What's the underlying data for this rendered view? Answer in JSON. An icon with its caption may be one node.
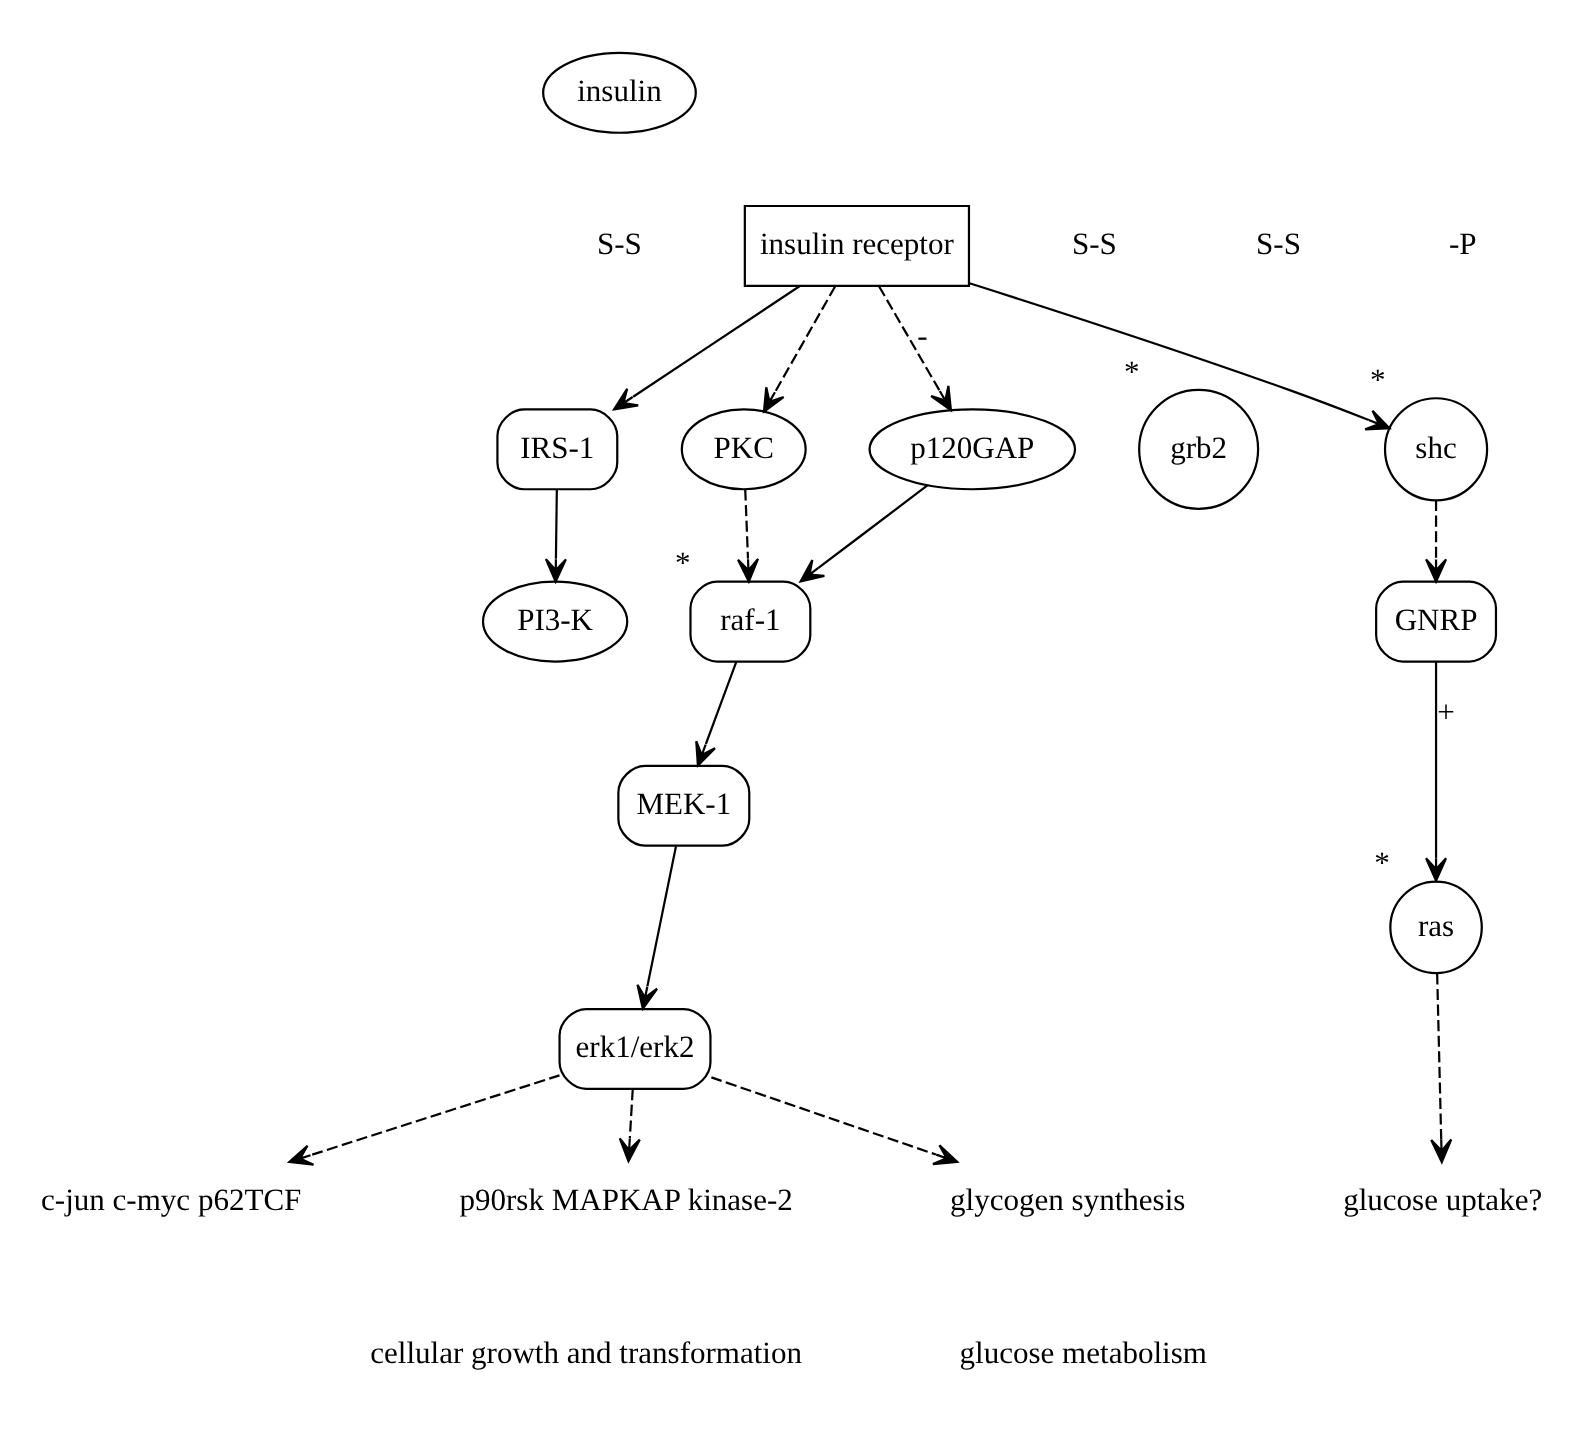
{
  "diagram": {
    "nodes": [
      {
        "text": [
          "insulin"
        ]
      },
      {
        "text": [
          "insulin receptor"
        ]
      },
      {
        "text": [
          "IRS-1"
        ]
      },
      {
        "text": [
          "PI3-K"
        ]
      },
      {
        "text": [
          "grb2"
        ],
        "beside": [
          "*"
        ]
      },
      {
        "text": [
          "shc"
        ],
        "beside": [
          "*"
        ]
      },
      {
        "text": [
          "GNRP"
        ]
      },
      {
        "text": [
          "ras"
        ],
        "beside": [
          "*"
        ]
      },
      {
        "text": [
          "p120GAP"
        ]
      },
      {
        "text": [
          "PKC"
        ]
      },
      {
        "text": [
          "raf-1"
        ],
        "beside": [
          "*"
        ]
      },
      {
        "text": [
          "MEK-1"
        ]
      },
      {
        "text": [
          "erk1/erk2"
        ]
      },
      {
        "text": [
          "c-jun c-myc p62TCF"
        ]
      },
      {
        "text": [
          "p90rsk MAPKAP kinase-2"
        ]
      },
      {
        "text": [
          "glycogen synthesis"
        ]
      },
      {
        "text": [
          "glucose uptake?"
        ]
      }
    ],
    "edges": [
      {
        "from": 1,
        "to": 2,
        "arrow": "to"
      },
      {
        "from": 2,
        "to": 3,
        "arrow": "to"
      },
      {
        "from": 1,
        "to": 5,
        "arrow": "to"
      },
      {
        "from": 5,
        "to": 6,
        "arrow": "to",
        "style": "dashed"
      },
      {
        "from": 6,
        "to": 7,
        "arrow": "to",
        "label": "+"
      },
      {
        "from": 1,
        "to": 9,
        "arrow": "to",
        "style": "dashed"
      },
      {
        "from": 1,
        "to": 8,
        "arrow": "to",
        "style": "dashed",
        "label": "-"
      },
      {
        "from": 9,
        "to": 10,
        "arrow": "to",
        "style": "dashed"
      },
      {
        "from": 8,
        "to": 10,
        "arrow": "to"
      },
      {
        "from": 7,
        "to": 16,
        "arrow": "to",
        "style": "dashed"
      },
      {
        "from": 10,
        "to": 11,
        "arrow": "to"
      },
      {
        "from": 11,
        "to": 12,
        "arrow": "to"
      },
      {
        "from": 12,
        "to": 13,
        "arrow": "to",
        "style": "dashed"
      },
      {
        "from": 12,
        "to": 14,
        "arrow": "to",
        "style": "dashed"
      },
      {
        "from": 12,
        "to": 15,
        "arrow": "to",
        "style": "dashed"
      }
    ],
    "labels": [
      "S-S",
      "S-S",
      "S-S",
      "-P",
      "cellular growth and transformation",
      "glucose metabolism"
    ]
  }
}
